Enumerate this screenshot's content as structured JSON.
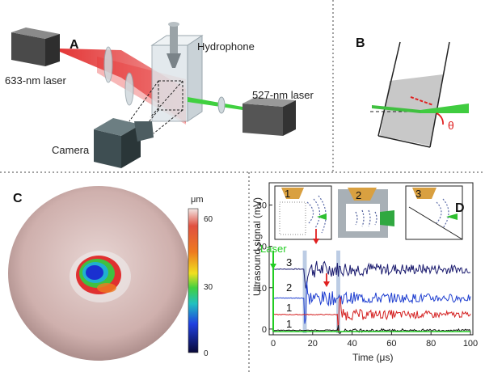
{
  "panels": {
    "A": {
      "letter": "A",
      "labels": {
        "laser633": "633-nm laser",
        "hydrophone": "Hydrophone",
        "laser527": "527-nm laser",
        "camera": "Camera"
      }
    },
    "B": {
      "letter": "B",
      "angle_symbol": "θ"
    },
    "C": {
      "letter": "C",
      "colorbar": {
        "unit": "μm",
        "ticks": [
          "60",
          "30",
          "0"
        ]
      }
    },
    "D": {
      "letter": "D",
      "insets": [
        "1",
        "2",
        "3"
      ],
      "laser_label": "Laser",
      "trace_labels": [
        "3",
        "2",
        "1",
        "1"
      ],
      "colors": {
        "trace3": "#1a1a6e",
        "trace2": "#1f3fd0",
        "trace1a": "#d42020",
        "trace1b": "#111111",
        "laser": "#22cc22",
        "shade": "#9fb7d8"
      }
    }
  },
  "chart_data": {
    "type": "line",
    "xlabel": "Time (μs)",
    "ylabel": "Ultrasound signal (mV)",
    "xlim": [
      0,
      100
    ],
    "ylim": [
      -1,
      35
    ],
    "x_ticks": [
      0,
      20,
      40,
      60,
      80,
      100
    ],
    "y_ticks": [
      0,
      10,
      20,
      30
    ],
    "series": [
      {
        "name": "3",
        "baseline": 14.5
      },
      {
        "name": "2",
        "baseline": 7.5
      },
      {
        "name": "1",
        "baseline": 3.5
      },
      {
        "name": "1",
        "baseline": -0.3
      }
    ],
    "laser_pulse_x": 0,
    "shaded_intervals": [
      [
        15,
        17
      ],
      [
        32,
        34
      ]
    ]
  }
}
